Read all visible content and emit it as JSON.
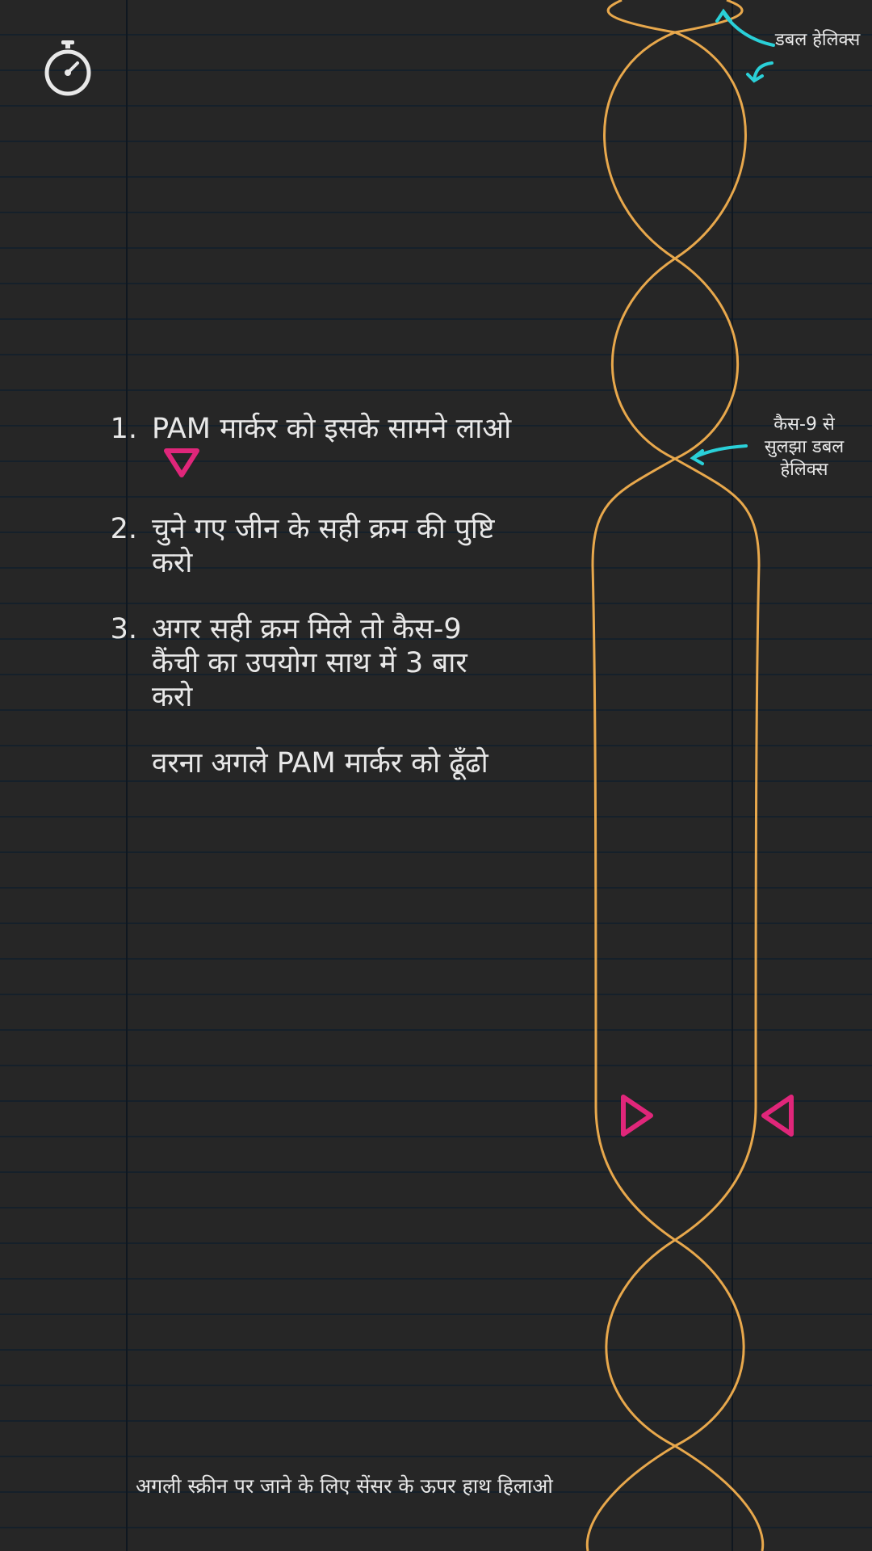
{
  "steps": [
    {
      "number": "1.",
      "text": "PAM मार्कर को इसके सामने लाओ"
    },
    {
      "number": "2.",
      "text": "चुने गए जीन के सही क्रम की पुष्टि करो"
    },
    {
      "number": "3.",
      "text": "अगर सही क्रम मिले तो कैस-9 कैंची का उपयोग साथ में 3 बार करो"
    }
  ],
  "alternative": "वरना अगले PAM मार्कर को ढूँढो",
  "labels": {
    "double_helix": "डबल हेलिक्स",
    "resolved_helix": "कैस-9 से सुलझा डबल हेलिक्स"
  },
  "hint": "अगली स्क्रीन पर जाने के लिए सेंसर के ऊपर हाथ हिलाओ",
  "colors": {
    "background": "#262626",
    "helix": "#e8a84c",
    "marker": "#e0267a",
    "annotation": "#2ad0d8",
    "text": "#e8e8e8"
  },
  "icons": [
    "stopwatch-icon",
    "pam-marker-icon",
    "cut-marker-right-icon",
    "cut-marker-left-icon"
  ]
}
